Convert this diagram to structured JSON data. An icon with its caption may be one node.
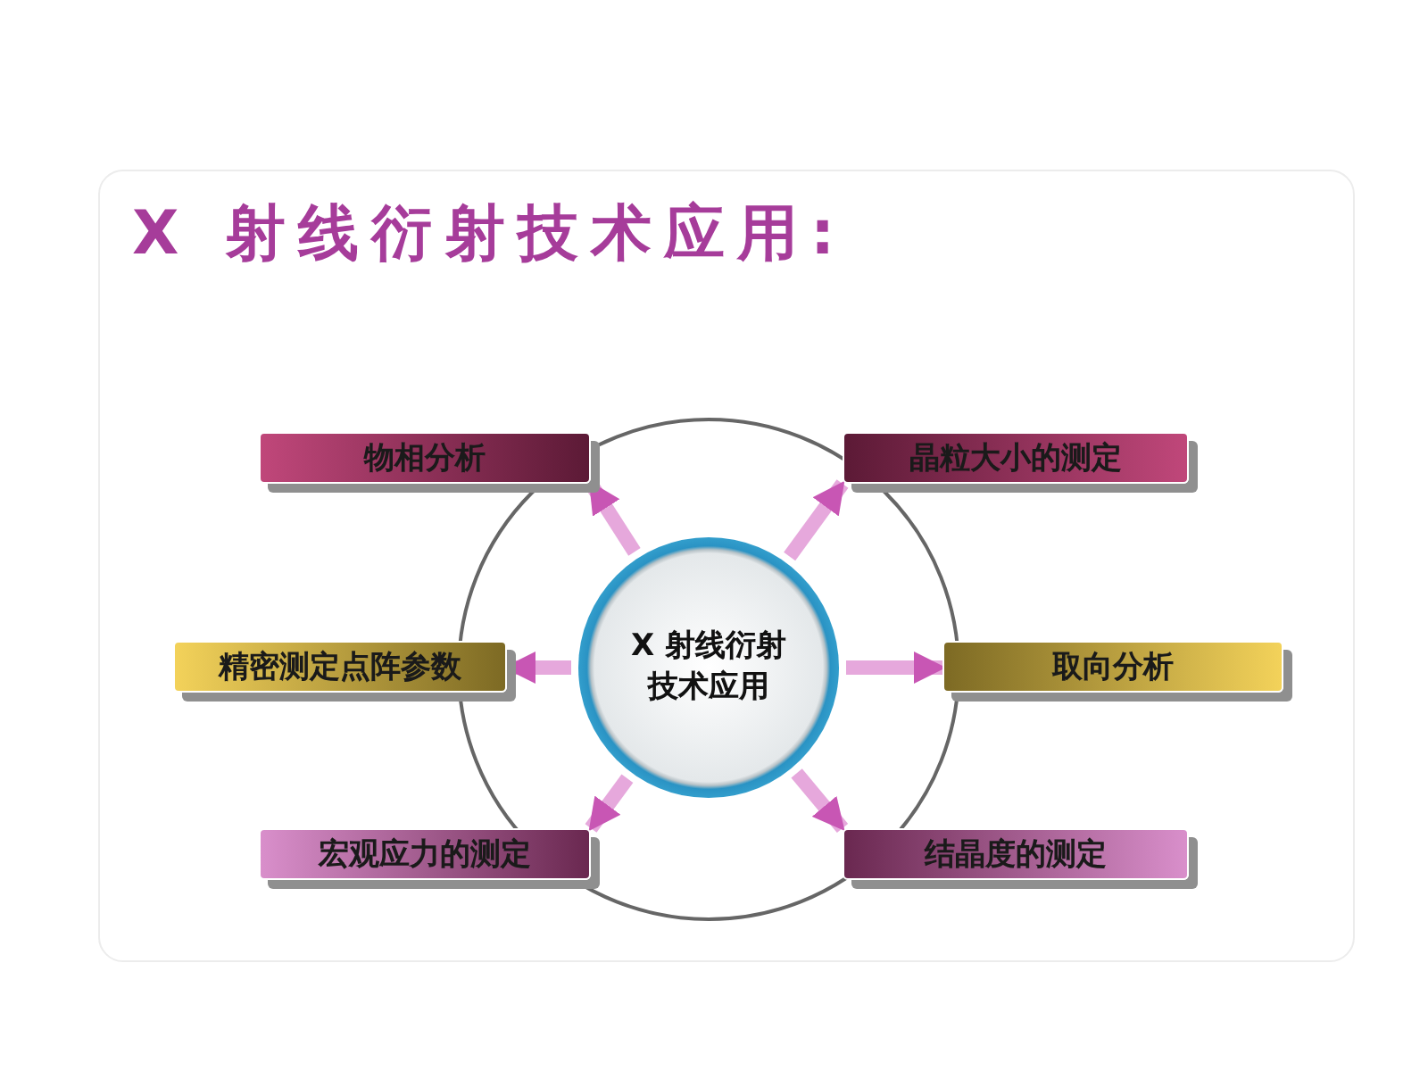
{
  "diagram": {
    "title": "X 射线衍射技术应用:",
    "nodes": [
      {
        "text": [
          "X 射线衍射技术应用"
        ]
      },
      {
        "text": [
          "物相分析"
        ]
      },
      {
        "text": [
          "晶粒大小的测定"
        ]
      },
      {
        "text": [
          "精密测定点阵参数"
        ]
      },
      {
        "text": [
          "取向分析"
        ]
      },
      {
        "text": [
          "宏观应力的测定"
        ]
      },
      {
        "text": [
          "结晶度的测定"
        ]
      }
    ],
    "edges": [
      {
        "from": 0,
        "to": 1,
        "arrow": "to"
      },
      {
        "from": 0,
        "to": 2,
        "arrow": "to"
      },
      {
        "from": 0,
        "to": 3,
        "arrow": "to"
      },
      {
        "from": 0,
        "to": 4,
        "arrow": "to"
      },
      {
        "from": 0,
        "to": 5,
        "arrow": "to"
      },
      {
        "from": 0,
        "to": 6,
        "arrow": "to"
      }
    ]
  }
}
